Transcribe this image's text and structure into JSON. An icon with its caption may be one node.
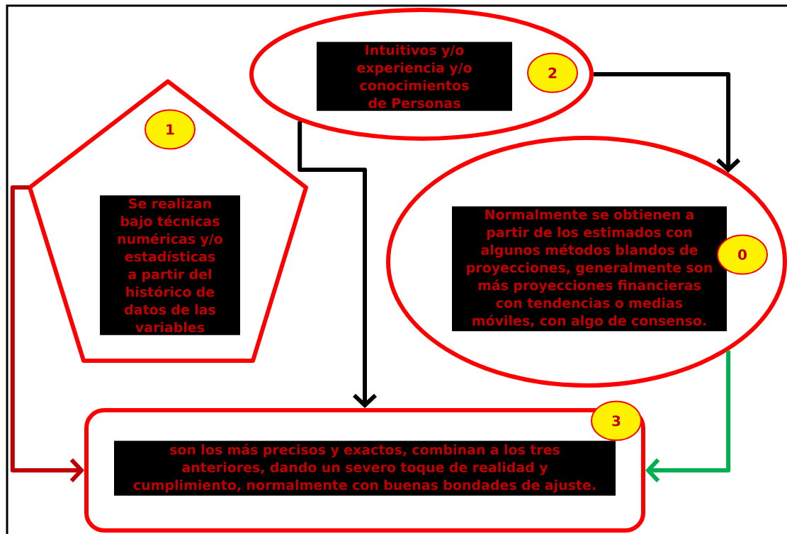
{
  "diagram": {
    "nodes": [
      {
        "text": [
          "Intuitivos y/o experiencia y/o conocimientos de Personas"
        ]
      },
      {
        "text": [
          "2"
        ],
        "in": 0
      },
      {
        "text": [
          "Se realizan bajo técnicas numéricas y/o estadísticas a partir del histórico de datos de las variables"
        ]
      },
      {
        "text": [
          "1"
        ],
        "in": 2
      },
      {
        "text": [
          "Normalmente se obtienen a partir de los estimados con algunos métodos blandos de proyecciones, generalmente son  más proyecciones financieras con tendencias o medias móviles, con algo de consenso."
        ]
      },
      {
        "text": [
          "0"
        ],
        "in": 4
      },
      {
        "text": [
          "son los más precisos y exactos, combinan a los tres anteriores, dando un severo toque de realidad y cumplimiento, normalmente con buenas bondades de ajuste."
        ]
      },
      {
        "text": [
          "3"
        ]
      }
    ],
    "edges": [
      {
        "from": 0,
        "to": 6,
        "arrow": "to"
      },
      {
        "from": 0,
        "to": 4,
        "arrow": "to"
      },
      {
        "from": 2,
        "to": 6,
        "arrow": "to",
        "color": "#c00000"
      },
      {
        "from": 4,
        "to": 6,
        "arrow": "to",
        "color": "#00b050"
      }
    ]
  }
}
